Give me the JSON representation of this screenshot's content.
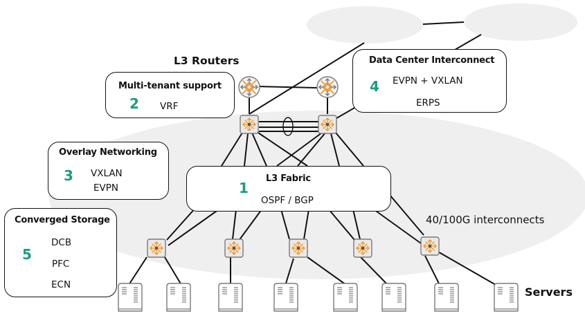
{
  "diagram": {
    "title": "Data center network architecture",
    "colors": {
      "accent_number": "#1a9e7f",
      "device_arrow": "#f7941d",
      "backdrop": "#efefef",
      "line": "#111111"
    },
    "labels": {
      "routers": "L3 Routers",
      "interconnects": "40/100G interconnects",
      "servers": "Servers"
    },
    "features": [
      {
        "id": "fabric",
        "number": "1",
        "title": "L3 Fabric",
        "items": [
          "OSPF / BGP"
        ]
      },
      {
        "id": "multi-tenant",
        "number": "2",
        "title": "Multi-tenant support",
        "items": [
          "VRF"
        ]
      },
      {
        "id": "overlay",
        "number": "3",
        "title": "Overlay Networking",
        "items": [
          "VXLAN",
          "EVPN"
        ]
      },
      {
        "id": "dci",
        "number": "4",
        "title": "Data Center Interconnect",
        "items": [
          "EVPN + VXLAN",
          "ERPS"
        ]
      },
      {
        "id": "storage",
        "number": "5",
        "title": "Converged Storage",
        "items": [
          "DCB",
          "PFC",
          "ECN"
        ]
      }
    ],
    "nodes": {
      "clouds": 2,
      "routers": 2,
      "spine_switches": 2,
      "leaf_switches": 5,
      "servers": 8
    }
  }
}
